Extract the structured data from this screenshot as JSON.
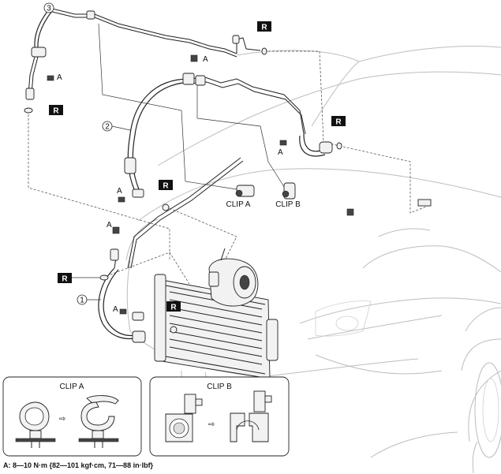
{
  "labels": {
    "item1": "1",
    "item2": "2",
    "item3": "3",
    "torque_mark": "A",
    "replace_mark": "R",
    "clip_a": "CLIP A",
    "clip_b": "CLIP B"
  },
  "insets": {
    "clip_a_title": "CLIP A",
    "clip_b_title": "CLIP B"
  },
  "footnote": "A: 8—10 N·m {82—101 kgf·cm, 71—88 in·lbf}"
}
